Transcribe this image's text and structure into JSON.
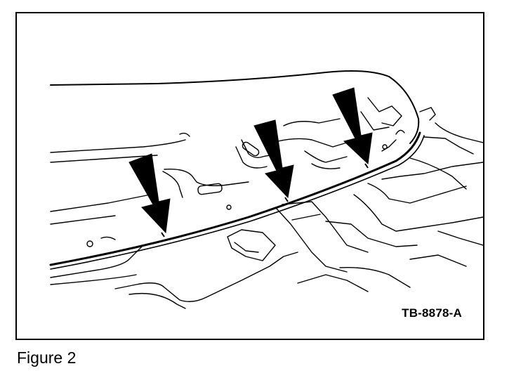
{
  "figure": {
    "code": "TB-8878-A",
    "caption": "Figure 2"
  },
  "colors": {
    "ink": "#000000",
    "paper": "#ffffff"
  },
  "callouts": {
    "count": 3,
    "icon": "arrow-down-icon"
  }
}
